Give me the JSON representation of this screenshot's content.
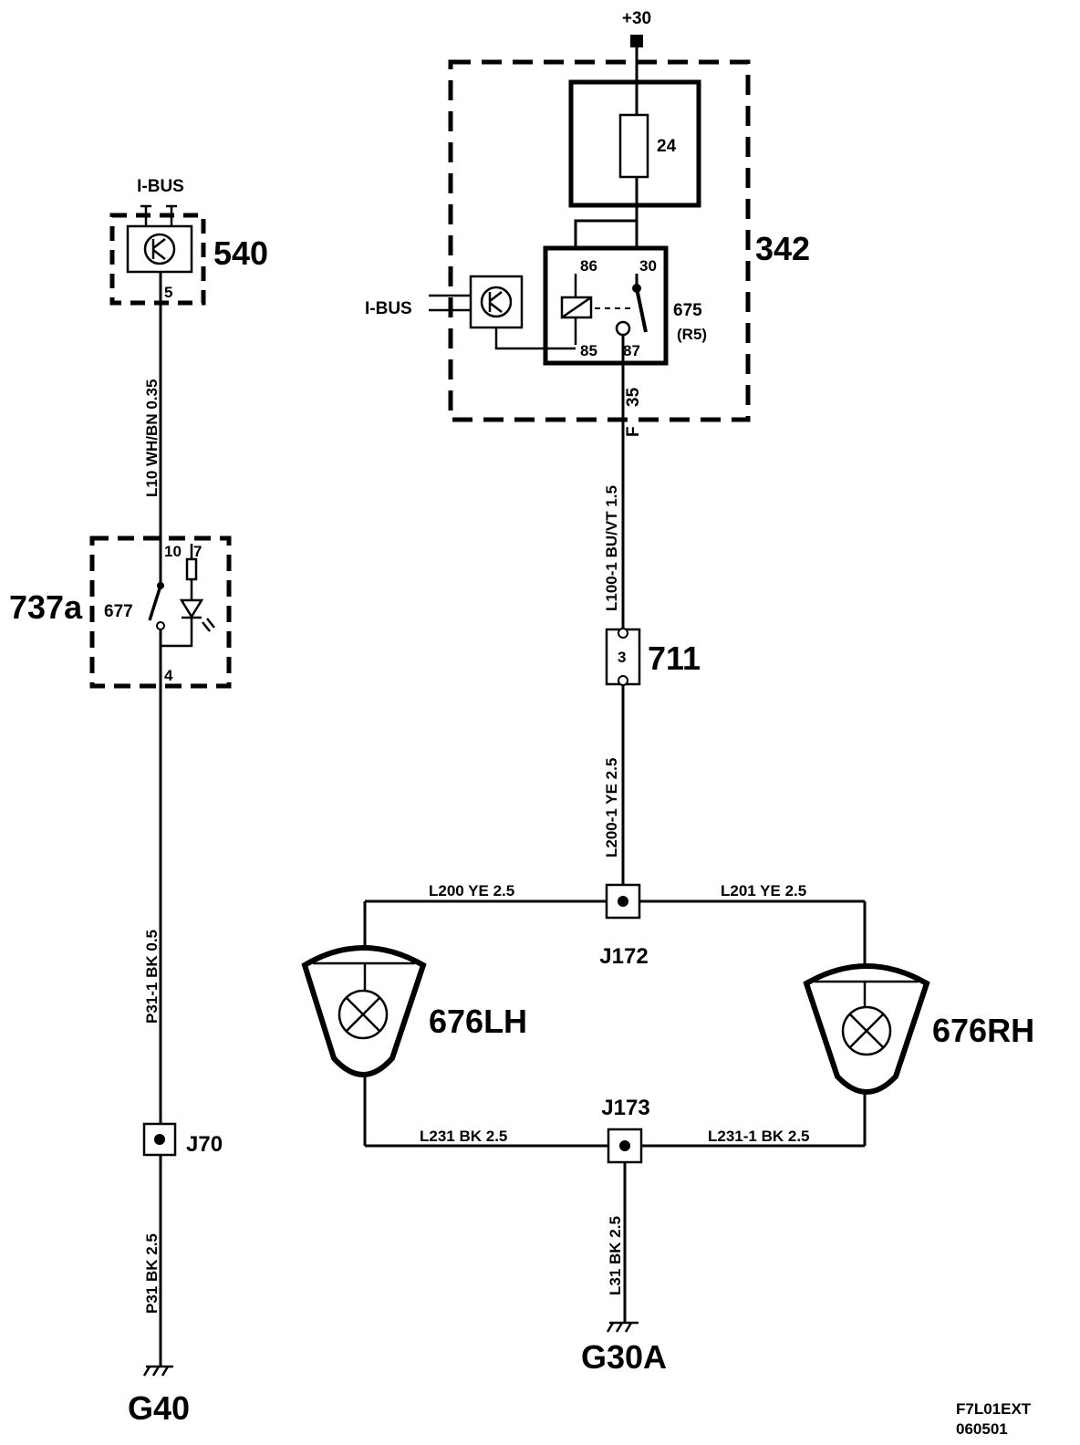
{
  "supply": "+30",
  "fuse_box": {
    "id": "342",
    "fuse": "24"
  },
  "relay": {
    "id": "675",
    "sub": "(R5)",
    "pins": {
      "p86": "86",
      "p30": "30",
      "p85": "85",
      "p87": "87"
    }
  },
  "ibus_left": "I-BUS",
  "ibus_top": "I-BUS",
  "module_540": {
    "id": "540",
    "pin": "5"
  },
  "switch_737a": {
    "id": "737a",
    "switch": "677",
    "pin10": "10",
    "pin7": "7",
    "pin4": "4"
  },
  "pins": {
    "p35": "35",
    "pF": "F"
  },
  "connector_711": {
    "id": "711",
    "pin": "3"
  },
  "wires": {
    "l10": "L10  WH/BN 0.35",
    "p31_1": "P31-1  BK  0.5",
    "p31": "P31  BK  2.5",
    "l100_1": "L100-1  BU/VT  1.5",
    "l200_1": "L200-1  YE  2.5",
    "l200": "L200  YE  2.5",
    "l201": "L201  YE  2.5",
    "l231": "L231  BK  2.5",
    "l231_1": "L231-1  BK  2.5",
    "l31": "L31  BK  2.5"
  },
  "junctions": {
    "j70": "J70",
    "j172": "J172",
    "j173": "J173"
  },
  "lamps": {
    "lh": "676LH",
    "rh": "676RH"
  },
  "grounds": {
    "g40": "G40",
    "g30a": "G30A"
  },
  "footer": {
    "code": "F7L01EXT",
    "date": "060501"
  }
}
